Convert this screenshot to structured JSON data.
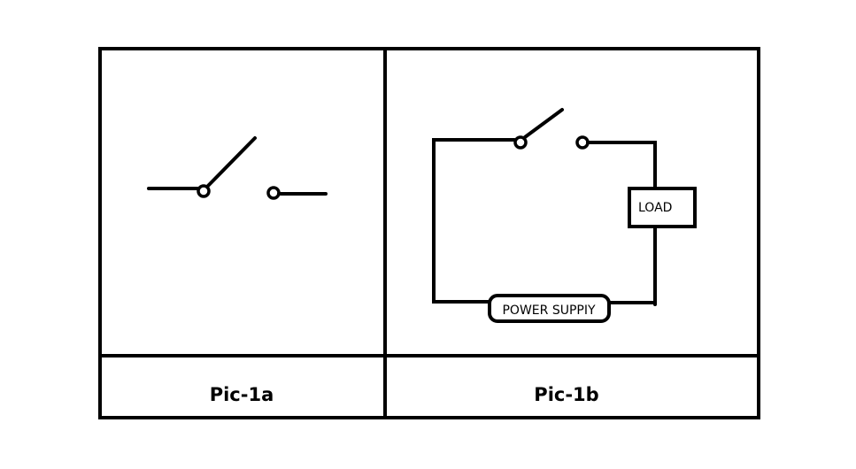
{
  "panels": {
    "left": {
      "caption": "Pic-1a"
    },
    "right": {
      "caption": "Pic-1b",
      "load_label": "LOAD",
      "power_supply_label": "POWER SUPPIY"
    }
  },
  "colors": {
    "stroke": "#000000",
    "background": "#ffffff"
  }
}
